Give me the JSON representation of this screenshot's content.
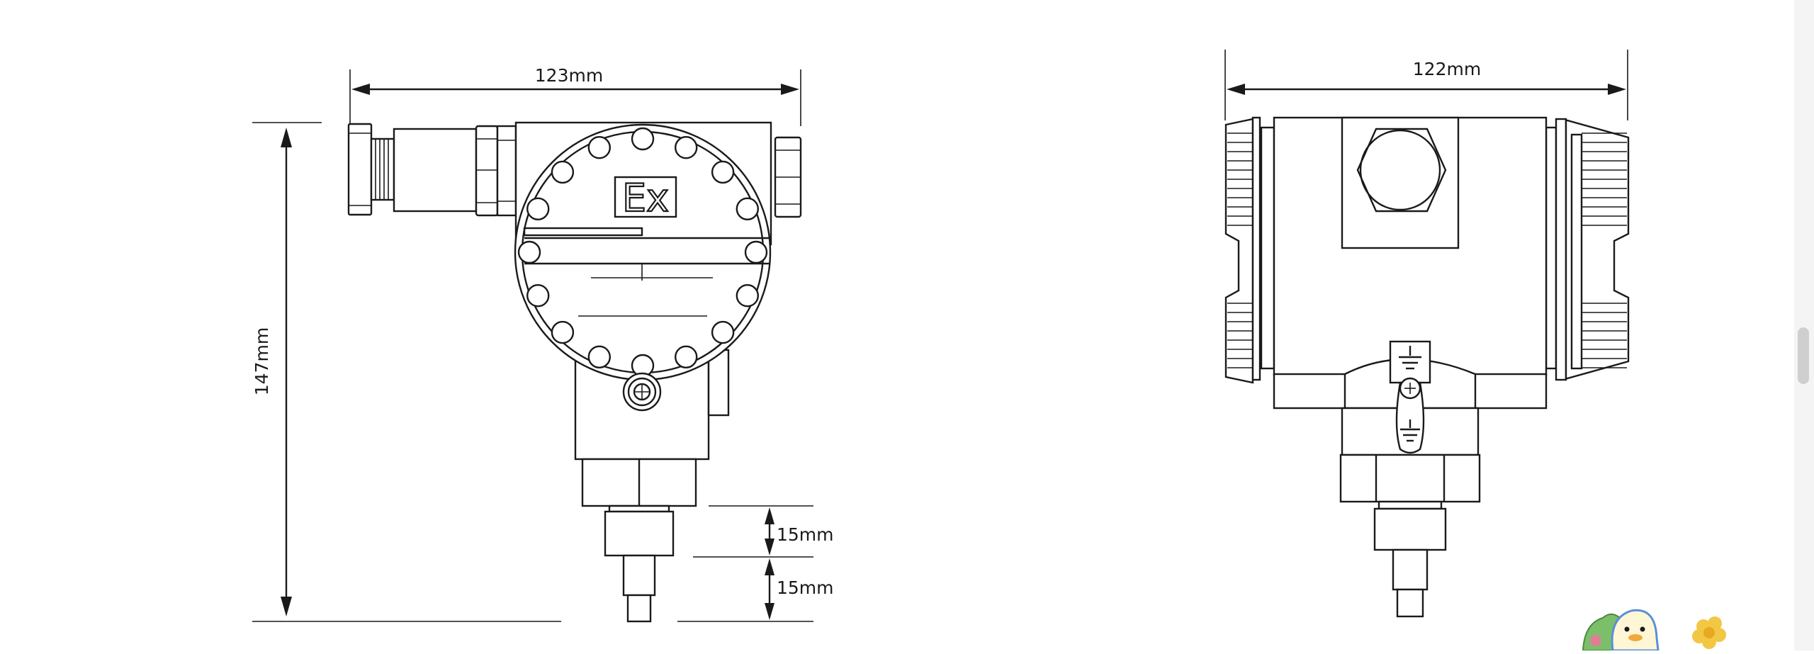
{
  "dimensions": {
    "front_width": "123mm",
    "front_height": "147mm",
    "stem_upper": "15mm",
    "stem_lower": "15mm",
    "side_width": "122mm"
  },
  "labels": {
    "ex_mark": "Ex"
  },
  "icons": {
    "ground": "ground-symbol",
    "screw": "screw-head",
    "mascot": "cartoon-duck-sticker",
    "flower": "yellow-flower-sticker"
  },
  "colors": {
    "line": "#1a1a1a",
    "background": "#ffffff",
    "flower": "#f2c744",
    "duck_body": "#fff6d6",
    "duck_outline": "#5b8fd6",
    "leaf": "#7cbf6a"
  }
}
